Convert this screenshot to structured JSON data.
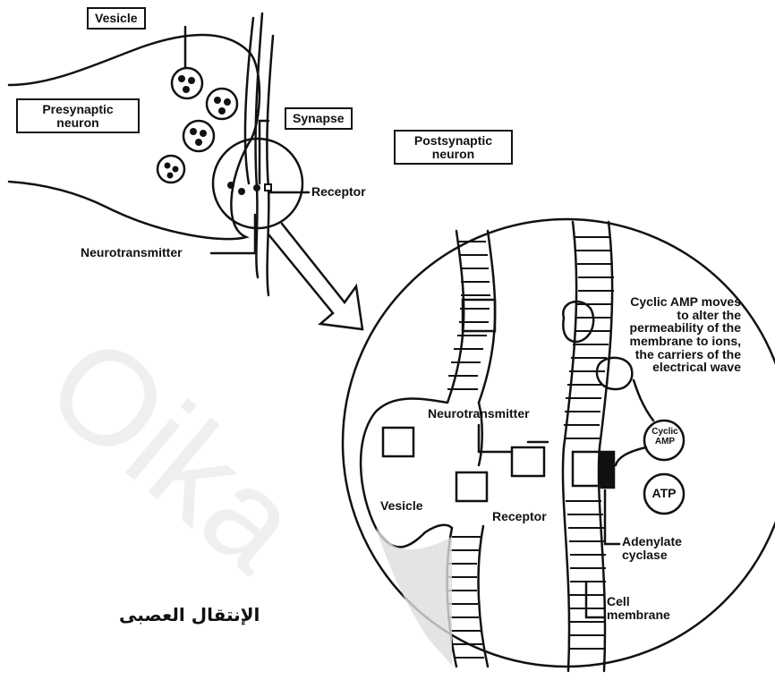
{
  "labels": {
    "vesicle_top": "Vesicle",
    "presynaptic": "Presynaptic neuron",
    "synapse": "Synapse",
    "postsynaptic": "Postsynaptic neuron",
    "receptor_top": "Receptor",
    "neurotransmitter_top": "Neurotransmitter",
    "neurotransmitter_zoom": "Neurotransmitter",
    "vesicle_zoom": "Vesicle",
    "receptor_zoom": "Receptor",
    "cyclic_amp_note": "Cyclic AMP moves to alter the permeability of the membrane to ions, the carriers of the electrical wave",
    "cyclic_amp_small": "Cyclic AMP",
    "atp": "ATP",
    "adenylate_cyclase": "Adenylate cyclase",
    "cell_membrane": "Cell membrane",
    "arabic_caption": "الإنتقال العصبى"
  },
  "watermark": "Oika",
  "colors": {
    "ink": "#111111",
    "paper": "#ffffff",
    "watermark": "#efefef"
  }
}
